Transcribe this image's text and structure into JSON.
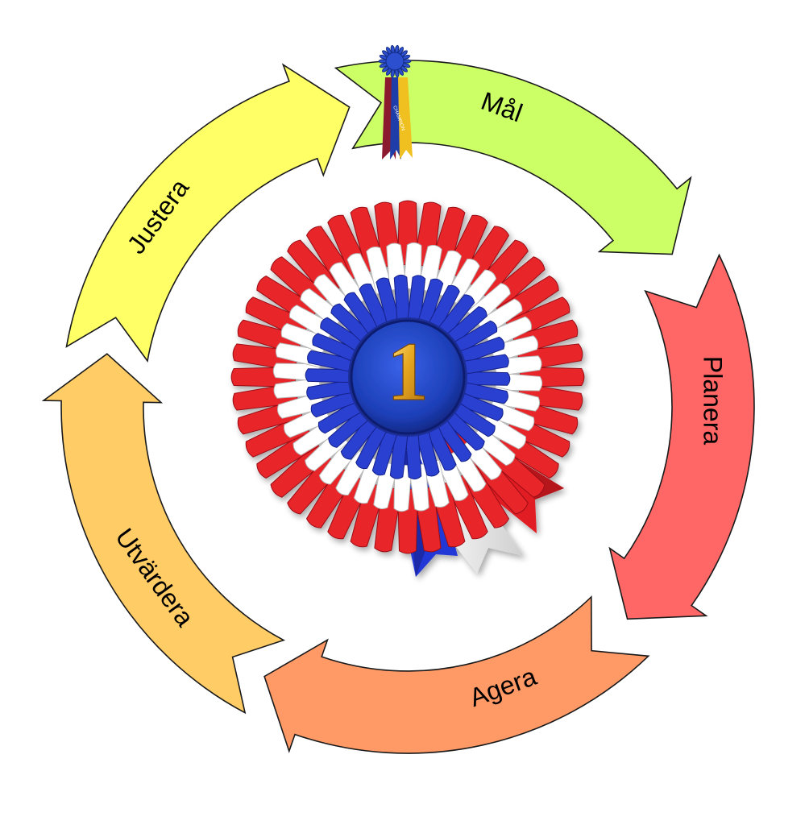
{
  "cycle": {
    "steps": [
      {
        "label": "Mål",
        "color": "#ccff66"
      },
      {
        "label": "Planera",
        "color": "#ff6666"
      },
      {
        "label": "Agera",
        "color": "#ff9966"
      },
      {
        "label": "Utvärdera",
        "color": "#ffcc66"
      },
      {
        "label": "Justera",
        "color": "#ffff66"
      }
    ]
  },
  "rosette": {
    "number": "1",
    "ribbon_text": "CHAMPION",
    "colors": {
      "outer": "#e8252a",
      "middle": "#ffffff",
      "inner": "#2a3fd0",
      "center": "#1d3fb8",
      "numeral": "#e0a020"
    }
  },
  "small_ribbon": {
    "colors": [
      "#1f3da8",
      "#8b1a2e",
      "#f0c020"
    ]
  }
}
